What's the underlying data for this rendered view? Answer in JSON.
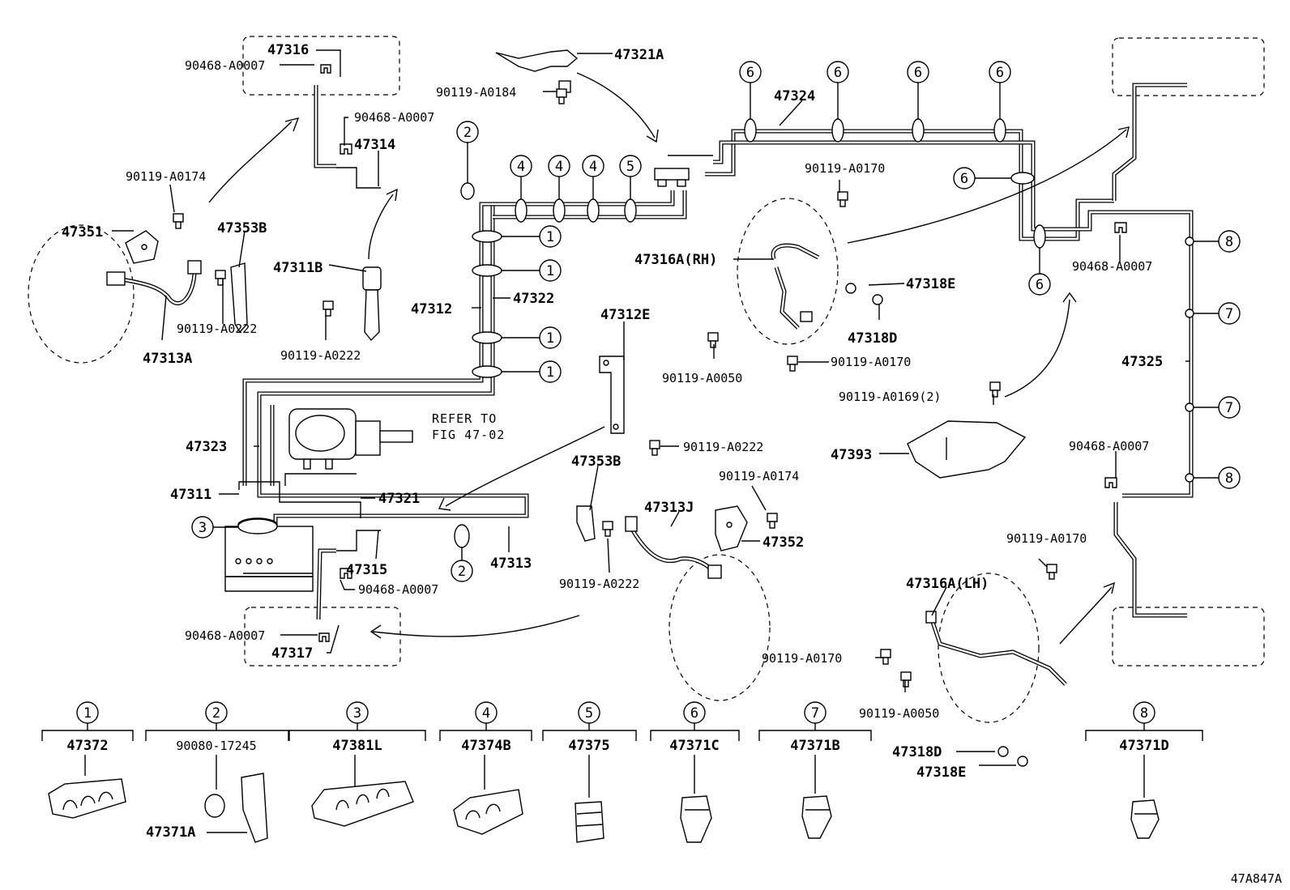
{
  "diagram_id": "47A847A",
  "refer_to": [
    "REFER TO",
    "FIG 47-02"
  ],
  "labels": {
    "p47316": "47316",
    "p90468_a": "90468-A0007",
    "p90468_b": "90468-A0007",
    "p47314": "47314",
    "p90119_0174a": "90119-A0174",
    "p47351": "47351",
    "p47353b_a": "47353B",
    "p47311b": "47311B",
    "p90119_0222a": "90119-A0222",
    "p47313a": "47313A",
    "p90119_0222b": "90119-A0222",
    "p47321a": "47321A",
    "p90119_0184": "90119-A0184",
    "p47324": "47324",
    "p90119_0170a": "90119-A0170",
    "p47316a_rh": "47316A(RH)",
    "p47318e_a": "47318E",
    "p47318d_a": "47318D",
    "p90119_0050a": "90119-A0050",
    "p90119_0170b": "90119-A0170",
    "p90468_c": "90468-A0007",
    "p47325": "47325",
    "p90119_0169": "90119-A0169(2)",
    "p47393": "47393",
    "p90468_d": "90468-A0007",
    "p47312": "47312",
    "p47322": "47322",
    "p47312e": "47312E",
    "p90119_0222c": "90119-A0222",
    "p47323": "47323",
    "p47311": "47311",
    "p47321": "47321",
    "p47353b_b": "47353B",
    "p90119_0174b": "90119-A0174",
    "p47313j": "47313J",
    "p47352": "47352",
    "p90119_0222d": "90119-A0222",
    "p47315": "47315",
    "p47313": "47313",
    "p90468_e": "90468-A0007",
    "p90468_f": "90468-A0007",
    "p47317": "47317",
    "p90119_0170c": "90119-A0170",
    "p47316a_lh": "47316A(LH)",
    "p90119_0170d": "90119-A0170",
    "p90119_0050b": "90119-A0050",
    "p47318d_b": "47318D",
    "p47318e_b": "47318E"
  },
  "legend": [
    {
      "num": "1",
      "part": "47372"
    },
    {
      "num": "2",
      "part": "90080-17245",
      "extra": "47371A"
    },
    {
      "num": "3",
      "part": "47381L"
    },
    {
      "num": "4",
      "part": "47374B"
    },
    {
      "num": "5",
      "part": "47375"
    },
    {
      "num": "6",
      "part": "47371C"
    },
    {
      "num": "7",
      "part": "47371B"
    },
    {
      "num": "8",
      "part": "47371D"
    }
  ],
  "callouts": {
    "n1": "1",
    "n2": "2",
    "n3": "3",
    "n4": "4",
    "n5": "5",
    "n6": "6",
    "n7": "7",
    "n8": "8"
  }
}
